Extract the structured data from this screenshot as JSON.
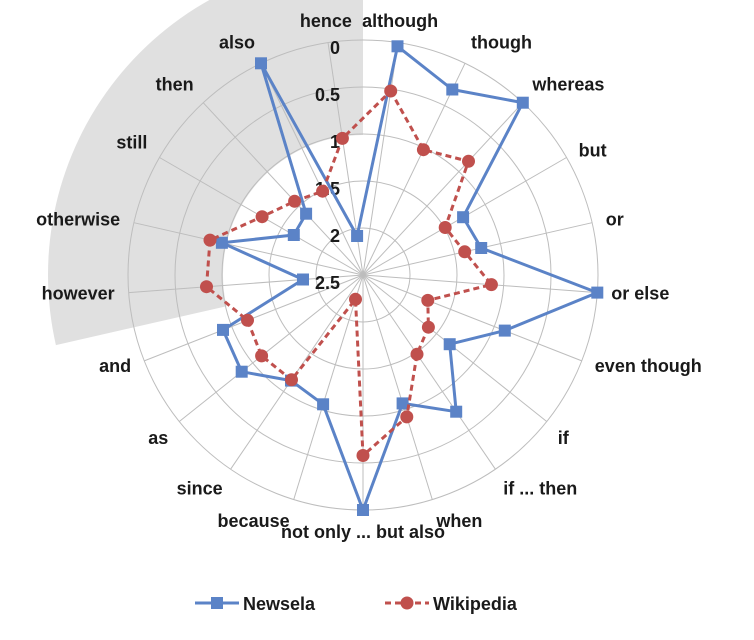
{
  "chart_data": {
    "type": "radar",
    "categories": [
      "although",
      "though",
      "whereas",
      "but",
      "or",
      "or else",
      "even though",
      "if",
      "if ... then",
      "when",
      "not only ... but also",
      "because",
      "since",
      "as",
      "and",
      "however",
      "otherwise",
      "still",
      "then",
      "also",
      "hence"
    ],
    "radial_axis": {
      "ticks": [
        "0",
        "0.5",
        "1",
        "1.5",
        "2",
        "2.5"
      ],
      "range": [
        0,
        2.5
      ],
      "reversed": true
    },
    "series": [
      {
        "name": "Newsela",
        "color": "#5b83c7",
        "marker": "square",
        "line": "solid",
        "values": [
          0.04,
          0.31,
          0.0,
          1.27,
          1.21,
          0.0,
          0.88,
          1.32,
          0.74,
          1.07,
          0.0,
          1.06,
          1.14,
          0.85,
          0.9,
          1.86,
          0.96,
          1.65,
          1.61,
          0.0,
          2.08
        ]
      },
      {
        "name": "Wikipedia",
        "color": "#c0504d",
        "marker": "circle",
        "line": "dashed",
        "values": [
          0.52,
          1.02,
          0.85,
          1.49,
          1.39,
          1.13,
          1.76,
          1.61,
          1.48,
          0.92,
          0.58,
          2.23,
          1.15,
          1.12,
          1.18,
          0.83,
          0.83,
          1.26,
          1.43,
          1.51,
          1.03
        ]
      }
    ],
    "grid": true,
    "legend": "bottom",
    "highlight": {
      "label": "shaded sector",
      "categories": [
        "hence",
        "also",
        "then",
        "still",
        "otherwise",
        "however"
      ],
      "color": "#e0e0e0"
    }
  }
}
